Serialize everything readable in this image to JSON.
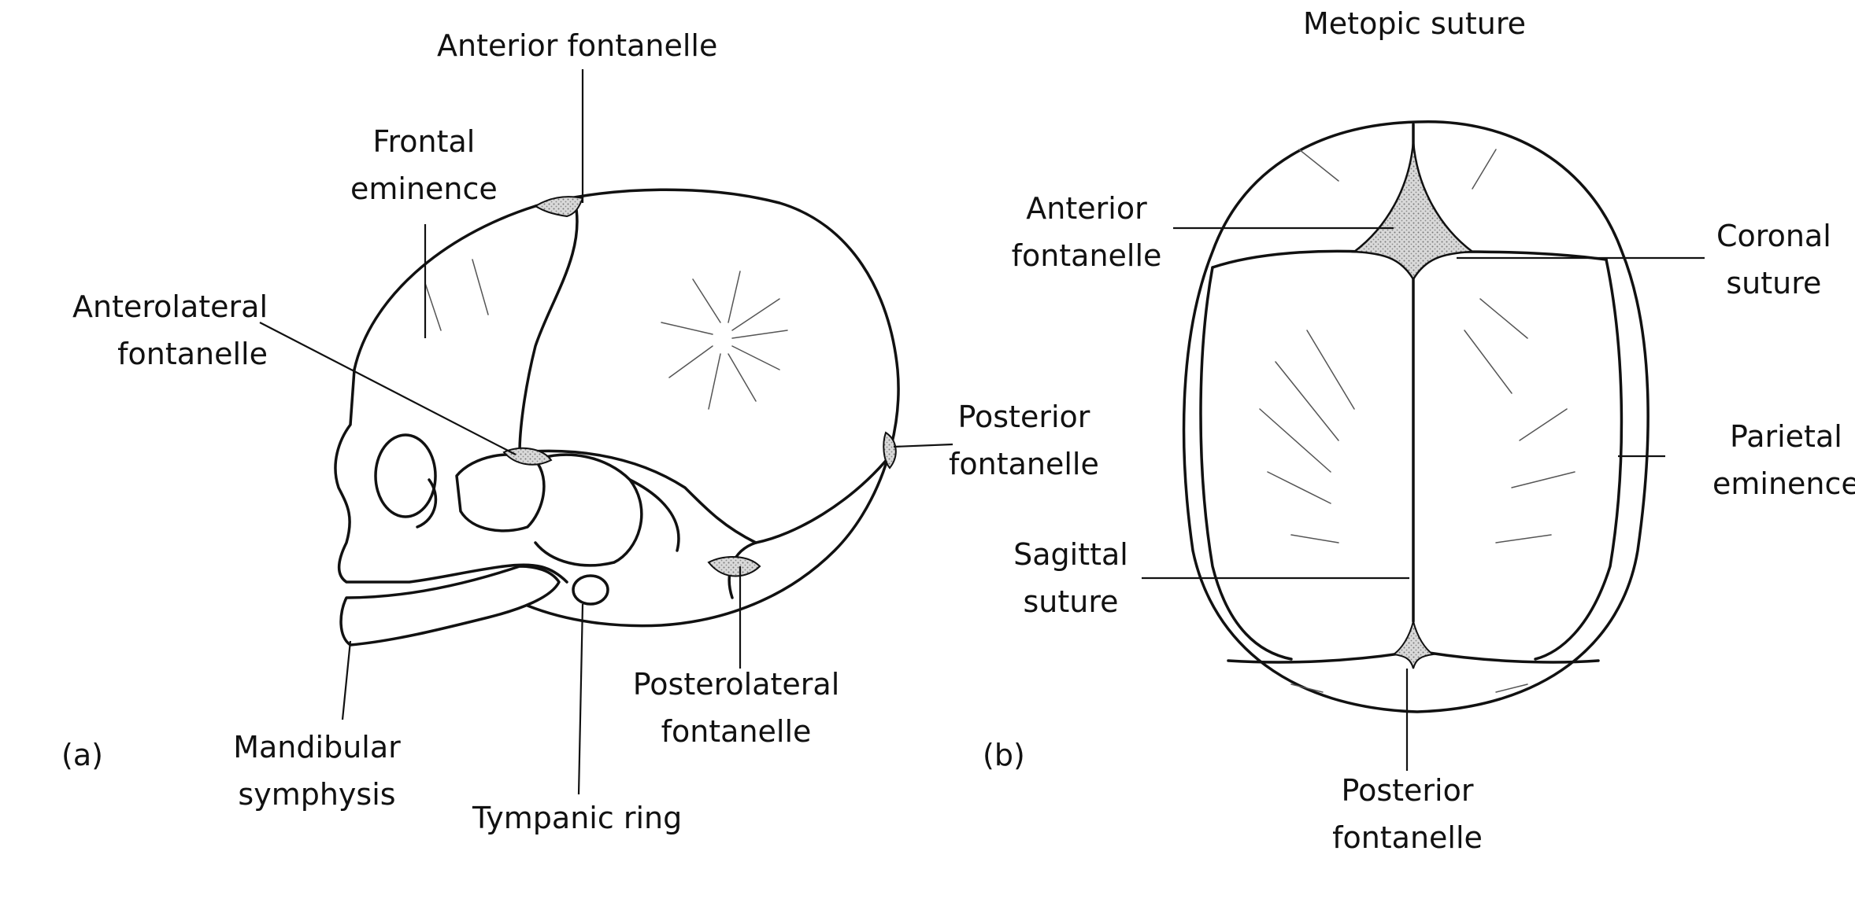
{
  "figure_a": {
    "panel_label": "(a)",
    "labels": {
      "anterior_fontanelle": "Anterior fontanelle",
      "frontal_eminence": [
        "Frontal",
        "eminence"
      ],
      "anterolateral_fontanelle": [
        "Anterolateral",
        "fontanelle"
      ],
      "posterior_fontanelle": [
        "Posterior",
        "fontanelle"
      ],
      "posterolateral_fontanelle": [
        "Posterolateral",
        "fontanelle"
      ],
      "mandibular_symphysis": [
        "Mandibular",
        "symphysis"
      ],
      "tympanic_ring": "Tympanic ring"
    }
  },
  "figure_b": {
    "panel_label": "(b)",
    "labels": {
      "metopic_suture": "Metopic suture",
      "anterior_fontanelle": [
        "Anterior",
        "fontanelle"
      ],
      "coronal_suture": [
        "Coronal",
        "suture"
      ],
      "parietal_eminence": [
        "Parietal",
        "eminence"
      ],
      "sagittal_suture": [
        "Sagittal",
        "suture"
      ],
      "posterior_fontanelle": [
        "Posterior",
        "fontanelle"
      ]
    }
  },
  "colors": {
    "ink": "#111111",
    "fontanelle_fill": "#bdbdbd",
    "background": "#ffffff"
  }
}
